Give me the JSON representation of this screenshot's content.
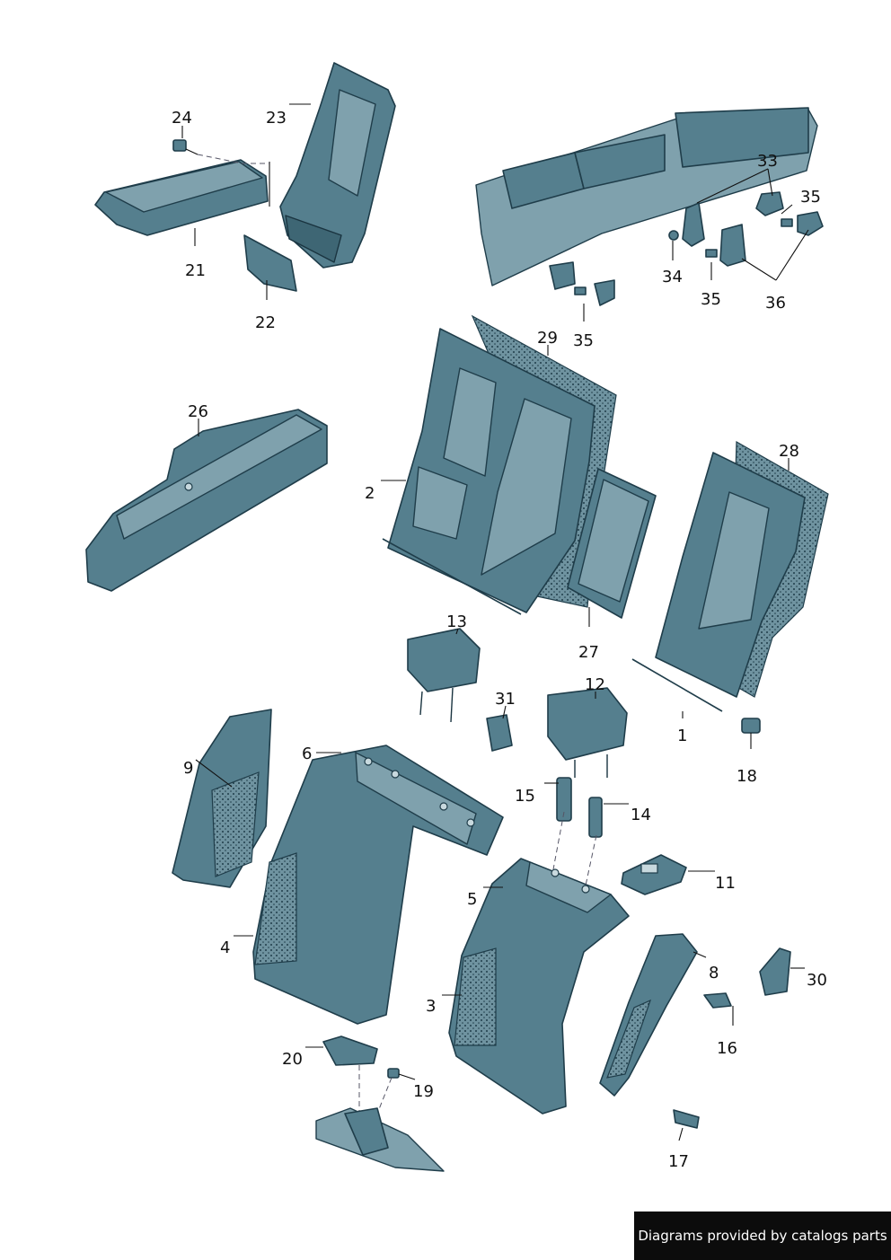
{
  "callouts": [
    "24",
    "23",
    "21",
    "22",
    "33",
    "35",
    "34",
    "35",
    "36",
    "29",
    "35",
    "26",
    "2",
    "28",
    "27",
    "13",
    "31",
    "12",
    "1",
    "18",
    "9",
    "6",
    "15",
    "14",
    "11",
    "5",
    "4",
    "8",
    "30",
    "3",
    "16",
    "20",
    "19",
    "17"
  ],
  "footer": {
    "text": "Diagrams provided by catalogs parts"
  },
  "colors": {
    "part": "#557f8e",
    "outline": "#1f3d4a",
    "footer_bg": "#0c0c0c"
  }
}
